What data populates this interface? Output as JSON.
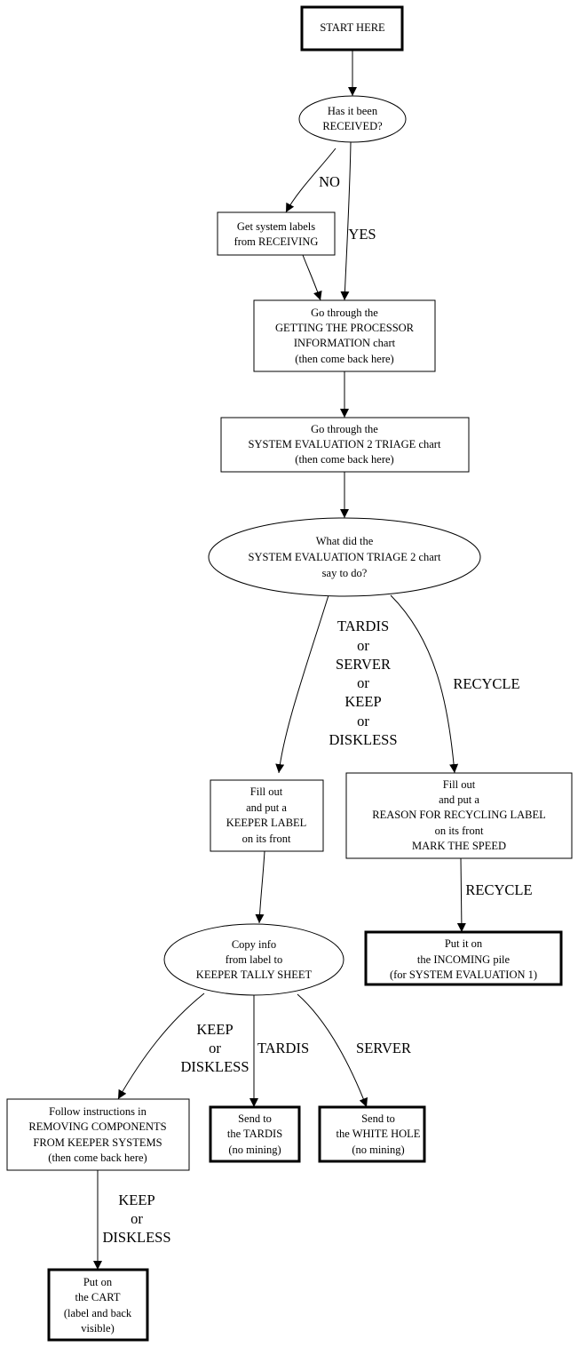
{
  "nodes": {
    "start": {
      "lines": [
        "START HERE"
      ]
    },
    "received": {
      "lines": [
        "Has it been",
        "RECEIVED?"
      ]
    },
    "labels": {
      "lines": [
        "Get system labels",
        "from RECEIVING"
      ]
    },
    "processor": {
      "lines": [
        "Go through the",
        "GETTING THE PROCESSOR",
        "INFORMATION chart",
        "(then come back here)"
      ]
    },
    "sys_eval": {
      "lines": [
        "Go through the",
        "SYSTEM EVALUATION 2 TRIAGE chart",
        "(then come back here)"
      ]
    },
    "what": {
      "lines": [
        "What did the",
        "SYSTEM EVALUATION TRIAGE 2 chart",
        "say to do?"
      ]
    },
    "keeper_label": {
      "lines": [
        "Fill out",
        "and put a",
        "KEEPER LABEL",
        "on its front"
      ]
    },
    "recycle_label": {
      "lines": [
        "Fill out",
        "and put a",
        "REASON FOR RECYCLING LABEL",
        "on its front",
        "MARK THE SPEED"
      ]
    },
    "incoming": {
      "lines": [
        "Put it on",
        "the INCOMING pile",
        "(for SYSTEM EVALUATION 1)"
      ]
    },
    "copy": {
      "lines": [
        "Copy info",
        "from label to",
        "KEEPER TALLY SHEET"
      ]
    },
    "follow": {
      "lines": [
        "Follow instructions in",
        "REMOVING COMPONENTS",
        "FROM KEEPER SYSTEMS",
        "(then come back here)"
      ]
    },
    "tardis": {
      "lines": [
        "Send to",
        "the TARDIS",
        "(no mining)"
      ]
    },
    "whitehole": {
      "lines": [
        "Send to",
        "the WHITE HOLE",
        "(no mining)"
      ]
    },
    "cart": {
      "lines": [
        "Put on",
        "the CART",
        "(label and back",
        "visible)"
      ]
    }
  },
  "edges": {
    "no": {
      "lines": [
        "NO"
      ]
    },
    "yes": {
      "lines": [
        "YES"
      ]
    },
    "keep_paths": {
      "lines": [
        "TARDIS",
        "or",
        "SERVER",
        "or",
        "KEEP",
        "or",
        "DISKLESS"
      ]
    },
    "recycle1": {
      "lines": [
        "RECYCLE"
      ]
    },
    "recycle2": {
      "lines": [
        "RECYCLE"
      ]
    },
    "keep_diskless1": {
      "lines": [
        "KEEP",
        "or",
        "DISKLESS"
      ]
    },
    "tardis": {
      "lines": [
        "TARDIS"
      ]
    },
    "server": {
      "lines": [
        "SERVER"
      ]
    },
    "keep_diskless2": {
      "lines": [
        "KEEP",
        "or",
        "DISKLESS"
      ]
    }
  }
}
